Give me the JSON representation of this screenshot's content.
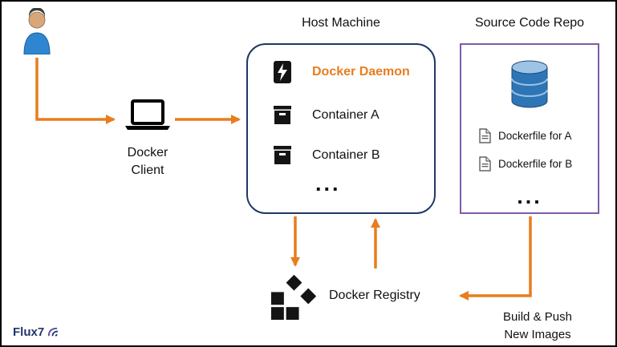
{
  "labels": {
    "host_machine": "Host Machine",
    "source_code_repo": "Source Code Repo",
    "docker_client": "Docker Client",
    "docker_daemon": "Docker Daemon",
    "container_a": "Container A",
    "container_b": "Container B",
    "host_ellipsis": "...",
    "dockerfile_a": "Dockerfile for A",
    "dockerfile_b": "Dockerfile for B",
    "repo_ellipsis": "...",
    "docker_registry": "Docker Registry",
    "build_push_line1": "Build & Push",
    "build_push_line2": "New Images",
    "logo": "Flux7"
  },
  "colors": {
    "arrow": "#E87D1E",
    "daemon_text": "#E87D1E",
    "host_border": "#203864",
    "repo_border": "#7C5CA8",
    "database_blue": "#2E75B6",
    "logo_blue": "#24356B"
  }
}
